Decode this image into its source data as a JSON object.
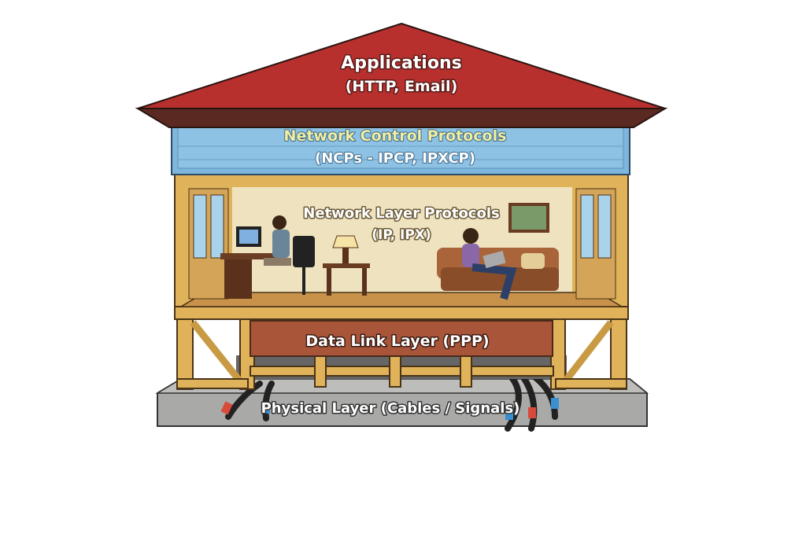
{
  "layers": {
    "applications": {
      "title": "Applications",
      "subtitle": "(HTTP, Email)"
    },
    "network_control": {
      "title": "Network Control Protocols",
      "subtitle": "(NCPs - IPCP, IPXCP)"
    },
    "network_layer": {
      "title": "Network Layer Protocols",
      "subtitle": "(IP, IPX)"
    },
    "data_link": {
      "title": "Data Link Layer (PPP)"
    },
    "physical": {
      "title": "Physical Layer (Cables / Signals)"
    }
  },
  "colors": {
    "roof": "#b8302e",
    "ncp_band": "#7fb6dc",
    "ncp_title": "#f1eea0",
    "frame_wood": "#e0b25a",
    "room_wall": "#efe3bf",
    "data_link": "#a8553a",
    "foundation": "#a9a9a7"
  }
}
